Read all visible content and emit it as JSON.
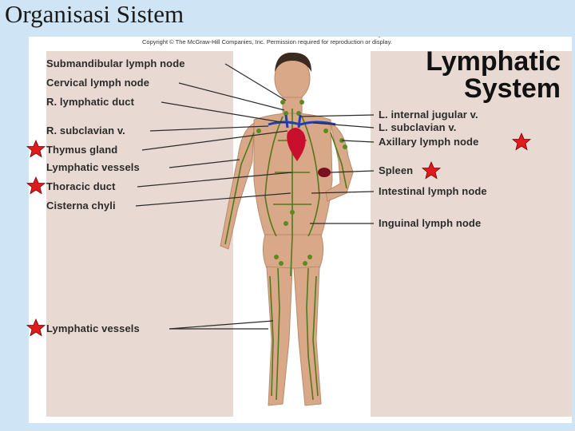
{
  "slide_title": "Organisasi Sistem",
  "figure": {
    "copyright": "Copyright © The McGraw-Hill Companies, Inc. Permission required for reproduction or display.",
    "title": "Lymphatic System",
    "left_labels": [
      {
        "id": "submandibular",
        "text": "Submandibular lymph node",
        "starred": false
      },
      {
        "id": "cervical",
        "text": "Cervical lymph node",
        "starred": false
      },
      {
        "id": "r-lymphatic-duct",
        "text": "R. lymphatic duct",
        "starred": false
      },
      {
        "id": "r-subclavian",
        "text": "R. subclavian v.",
        "starred": false
      },
      {
        "id": "thymus",
        "text": "Thymus gland",
        "starred": true
      },
      {
        "id": "lymphatic-vessels-upper",
        "text": "Lymphatic vessels",
        "starred": false
      },
      {
        "id": "thoracic-duct",
        "text": "Thoracic duct",
        "starred": true
      },
      {
        "id": "cisterna-chyli",
        "text": "Cisterna chyli",
        "starred": false
      },
      {
        "id": "lymphatic-vessels-lower",
        "text": "Lymphatic vessels",
        "starred": true
      }
    ],
    "right_labels": [
      {
        "id": "l-internal-jugular",
        "text": "L. internal jugular v.",
        "starred": false
      },
      {
        "id": "l-subclavian",
        "text": "L. subclavian v.",
        "starred": false
      },
      {
        "id": "axillary",
        "text": "Axillary lymph node",
        "starred": true
      },
      {
        "id": "spleen",
        "text": "Spleen",
        "starred": true
      },
      {
        "id": "intestinal",
        "text": "Intestinal lymph node",
        "starred": false
      },
      {
        "id": "inguinal",
        "text": "Inguinal lymph node",
        "starred": false
      }
    ],
    "colors": {
      "star": "#e11b1b",
      "vessel": "#4f7a1a",
      "skin": "#d9a888",
      "heart": "#c8102e",
      "vein": "#1f3fb0"
    }
  }
}
